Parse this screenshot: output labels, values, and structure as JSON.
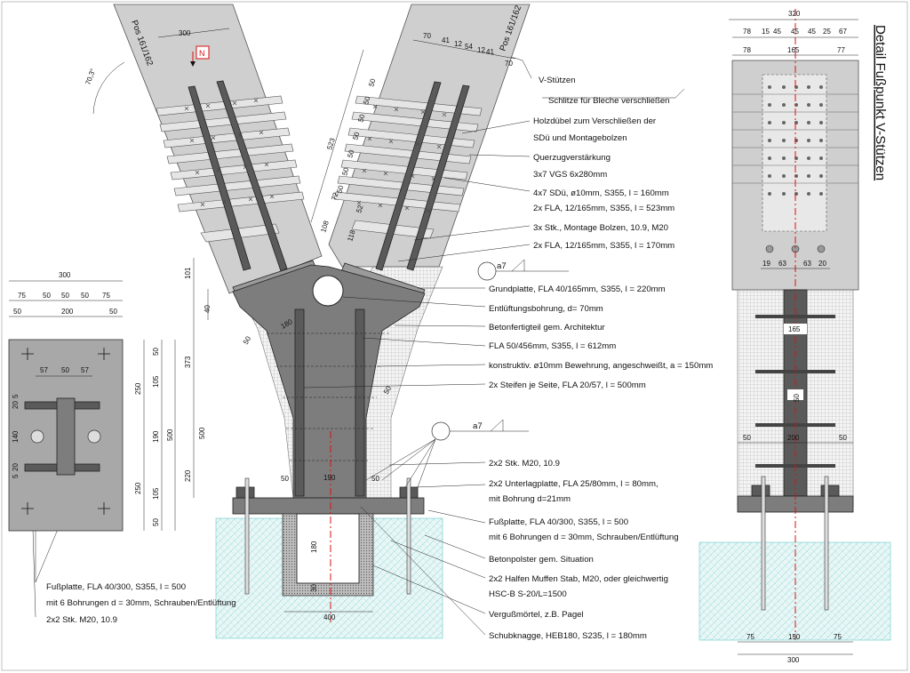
{
  "title": "Detail Fußpunkt V-Stützen",
  "side_view": {
    "left_label": "Pos 161/162",
    "right_label": "Pos 161/162",
    "north_marker": "N",
    "angle": "70,3°",
    "weld_symbol": "a7",
    "dims": {
      "width_top": "300",
      "right_top": [
        "70",
        "41",
        "12",
        "54",
        "12",
        "41",
        "70"
      ],
      "right_stack": [
        "50",
        "50",
        "50",
        "50",
        "50",
        "50",
        "50"
      ],
      "d523": "523",
      "d72": "72",
      "d52": "52",
      "d108": "108",
      "d118": "118",
      "d101": "101",
      "d40": "40",
      "d373": "373",
      "d500": "500",
      "d220": "220",
      "d180a": "180",
      "d50a": "50",
      "d50b": "50",
      "d190": "190",
      "d50c": "50",
      "d50d": "50",
      "d180b": "180",
      "d30": "30",
      "d400": "400"
    }
  },
  "annotations": {
    "v_stuetzen": "V-Stützen",
    "schlitze": "Schlitze für Bleche verschließen",
    "holzduebel_1": "Holzdübel zum Verschließen der",
    "holzduebel_2": "SDü und Montagebolzen",
    "querzug_1": "Querzugverstärkung",
    "querzug_2": "3x7 VGS 6x280mm",
    "sdue_1": "4x7 SDü, ø10mm, S355, l = 160mm",
    "sdue_2": "2x FLA, 12/165mm, S355, l = 523mm",
    "montage": "3x Stk., Montage Bolzen, 10.9, M20",
    "fla170": "2x FLA, 12/165mm, S355, l = 170mm",
    "grundplatte": "Grundplatte, FLA 40/165mm, S355, l = 220mm",
    "entlueftung": "Entlüftungsbohrung, d= 70mm",
    "betonfertigteil": "Betonfertigteil gem. Architektur",
    "fla612": "FLA 50/456mm, S355, l = 612mm",
    "bewehrung": "konstruktiv. ø10mm Bewehrung, angeschweißt, a = 150mm",
    "steifen": "2x Steifen je Seite, FLA 20/57, l = 500mm",
    "stk_m20": "2x2 Stk. M20, 10.9",
    "unterlag_1": "2x2 Unterlagplatte, FLA 25/80mm, l = 80mm,",
    "unterlag_2": "mit Bohrung d=21mm",
    "fuss_1": "Fußplatte, FLA 40/300, S355,  l = 500",
    "fuss_2": "mit 6 Bohrungen d = 30mm, Schrauben/Entlüftung",
    "betonpolster": "Betonpolster gem. Situation",
    "halfen_1": "2x2 Halfen Muffen Stab, M20, oder gleichwertig",
    "halfen_2": "HSC-B S-20/L=1500",
    "verguss": "Vergußmörtel, z.B. Pagel",
    "schubknagge": "Schubknagge, HEB180, S235, l = 180mm"
  },
  "plan_view": {
    "width": "300",
    "dims_top": [
      "75",
      "50",
      "50",
      "50",
      "75"
    ],
    "dims_mid": [
      "50",
      "200",
      "50"
    ],
    "dims_inner": [
      "57",
      "50",
      "57"
    ],
    "dims_right": [
      "50",
      "105",
      "190",
      "105",
      "50"
    ],
    "dims_right2": [
      "250",
      "250"
    ],
    "dims_left": [
      "20",
      "5",
      "140",
      "5",
      "20"
    ],
    "fuss_1": "Fußplatte, FLA 40/300, S355,  l = 500",
    "fuss_2": "mit 6 Bohrungen d = 30mm, Schrauben/Entlüftung",
    "stk": "2x2 Stk. M20, 10.9"
  },
  "front_view": {
    "width": "320",
    "dims_top": [
      "78",
      "15",
      "45",
      "45",
      "45",
      "25",
      "67"
    ],
    "dims_second": [
      "78",
      "165",
      "77"
    ],
    "dims_lower": [
      "19",
      "63",
      "63",
      "20"
    ],
    "d165": "165",
    "d50": "50",
    "dims_base": [
      "50",
      "200",
      "50"
    ],
    "dims_bottom": [
      "75",
      "150",
      "75"
    ],
    "d300": "300"
  }
}
